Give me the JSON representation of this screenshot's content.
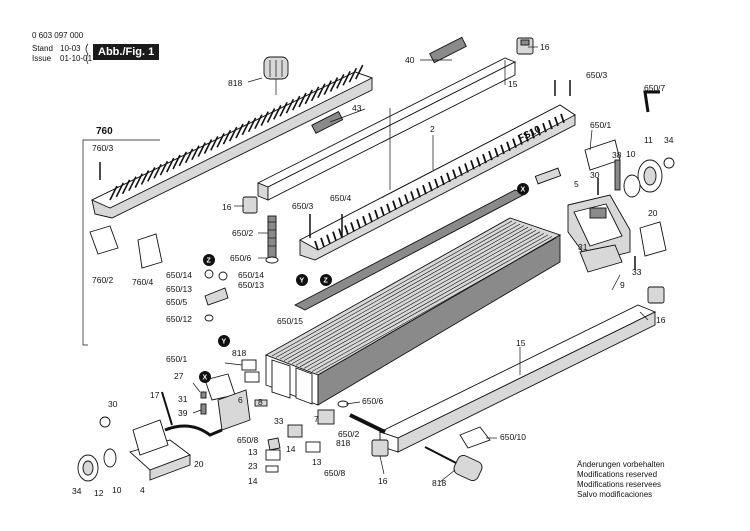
{
  "header": {
    "part_number": "0 603 097 000",
    "stand_label": "Stand",
    "stand_date": "10-03",
    "issue_label": "Issue",
    "issue_date": "01-10-01",
    "figure_label": "Abb./Fig. 1"
  },
  "notes": [
    "Änderungen vorbehalten",
    "Modifications reserved",
    "Modifications reservees",
    "Salvo modificaciones"
  ],
  "part_labels": [
    {
      "id": "p16a",
      "text": "16"
    },
    {
      "id": "p40",
      "text": "40"
    },
    {
      "id": "p818a",
      "text": "818"
    },
    {
      "id": "p650_3a",
      "text": "650/3"
    },
    {
      "id": "p15a",
      "text": "15"
    },
    {
      "id": "p650_7",
      "text": "650/7"
    },
    {
      "id": "p43",
      "text": "43"
    },
    {
      "id": "p2",
      "text": "2"
    },
    {
      "id": "p650_1a",
      "text": "650/1"
    },
    {
      "id": "p760",
      "text": "760"
    },
    {
      "id": "p760_3",
      "text": "760/3"
    },
    {
      "id": "p38",
      "text": "38"
    },
    {
      "id": "p11",
      "text": "11"
    },
    {
      "id": "p34a",
      "text": "34"
    },
    {
      "id": "p10a",
      "text": "10"
    },
    {
      "id": "p30a",
      "text": "30"
    },
    {
      "id": "p5",
      "text": "5"
    },
    {
      "id": "p16b",
      "text": "16"
    },
    {
      "id": "p650_3b",
      "text": "650/3"
    },
    {
      "id": "p650_4",
      "text": "650/4"
    },
    {
      "id": "p20a",
      "text": "20"
    },
    {
      "id": "p650_2a",
      "text": "650/2"
    },
    {
      "id": "p760_2",
      "text": "760/2"
    },
    {
      "id": "p760_4",
      "text": "760/4"
    },
    {
      "id": "p31a",
      "text": "31"
    },
    {
      "id": "p650_6a",
      "text": "650/6"
    },
    {
      "id": "p650_14a",
      "text": "650/14"
    },
    {
      "id": "p650_14b",
      "text": "650/14"
    },
    {
      "id": "p650_13a",
      "text": "650/13"
    },
    {
      "id": "p650_13b",
      "text": "650/13"
    },
    {
      "id": "p650_5",
      "text": "650/5"
    },
    {
      "id": "p650_12",
      "text": "650/12"
    },
    {
      "id": "p33a",
      "text": "33"
    },
    {
      "id": "p9",
      "text": "9"
    },
    {
      "id": "p16c",
      "text": "16"
    },
    {
      "id": "p650_15",
      "text": "650/15"
    },
    {
      "id": "p15b",
      "text": "15"
    },
    {
      "id": "p650_1b",
      "text": "650/1"
    },
    {
      "id": "p818b",
      "text": "818"
    },
    {
      "id": "p27",
      "text": "27"
    },
    {
      "id": "p31b",
      "text": "31"
    },
    {
      "id": "p6",
      "text": "6"
    },
    {
      "id": "p39",
      "text": "39"
    },
    {
      "id": "p8",
      "text": "8"
    },
    {
      "id": "p650_6b",
      "text": "650/6"
    },
    {
      "id": "p30b",
      "text": "30"
    },
    {
      "id": "p33b",
      "text": "33"
    },
    {
      "id": "p7",
      "text": "7"
    },
    {
      "id": "p818c",
      "text": "818"
    },
    {
      "id": "p650_2b",
      "text": "650/2"
    },
    {
      "id": "p650_10",
      "text": "650/10"
    },
    {
      "id": "p650_8a",
      "text": "650/8"
    },
    {
      "id": "p14a",
      "text": "14"
    },
    {
      "id": "p13a",
      "text": "13"
    },
    {
      "id": "p13b",
      "text": "13"
    },
    {
      "id": "p20b",
      "text": "20"
    },
    {
      "id": "p23",
      "text": "23"
    },
    {
      "id": "p650_8b",
      "text": "650/8"
    },
    {
      "id": "p14b",
      "text": "14"
    },
    {
      "id": "p16d",
      "text": "16"
    },
    {
      "id": "p818d",
      "text": "818"
    },
    {
      "id": "p34b",
      "text": "34"
    },
    {
      "id": "p12",
      "text": "12"
    },
    {
      "id": "p10b",
      "text": "10"
    },
    {
      "id": "p4",
      "text": "4"
    },
    {
      "id": "p17",
      "text": "17"
    }
  ],
  "markers": [
    {
      "id": "mX1",
      "text": "X"
    },
    {
      "id": "mX2",
      "text": "X"
    },
    {
      "id": "mY1",
      "text": "Y"
    },
    {
      "id": "mY2",
      "text": "Y"
    },
    {
      "id": "mZ1",
      "text": "Z"
    },
    {
      "id": "mZ2",
      "text": "Z"
    }
  ],
  "stamps": {
    "fs10": "FS10"
  }
}
